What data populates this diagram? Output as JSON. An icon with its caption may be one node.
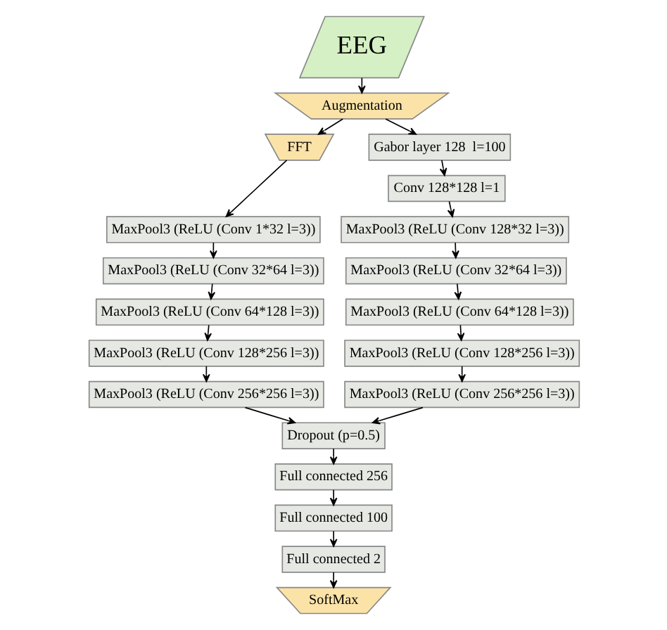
{
  "diagram": {
    "nodes": [
      {
        "text": [
          "EEG"
        ]
      },
      {
        "text": [
          "Augmentation"
        ]
      },
      {
        "text": [
          "FFT"
        ]
      },
      {
        "text": [
          "Gabor layer 128  l=100"
        ]
      },
      {
        "text": [
          "Conv 128*128 l=1"
        ]
      },
      {
        "text": [
          "MaxPool3 (ReLU (Conv 1*32 l=3))"
        ]
      },
      {
        "text": [
          "MaxPool3 (ReLU (Conv 32*64 l=3))"
        ]
      },
      {
        "text": [
          "MaxPool3 (ReLU (Conv 64*128 l=3))"
        ]
      },
      {
        "text": [
          "MaxPool3 (ReLU (Conv 128*256 l=3))"
        ]
      },
      {
        "text": [
          "MaxPool3 (ReLU (Conv 256*256 l=3))"
        ]
      },
      {
        "text": [
          "MaxPool3 (ReLU (Conv 128*32 l=3))"
        ]
      },
      {
        "text": [
          "MaxPool3 (ReLU (Conv 32*64 l=3))"
        ]
      },
      {
        "text": [
          "MaxPool3 (ReLU (Conv 64*128 l=3))"
        ]
      },
      {
        "text": [
          "MaxPool3 (ReLU (Conv 128*256 l=3))"
        ]
      },
      {
        "text": [
          "MaxPool3 (ReLU (Conv 256*256 l=3))"
        ]
      },
      {
        "text": [
          "Dropout (p=0.5)"
        ]
      },
      {
        "text": [
          "Full connected 256"
        ]
      },
      {
        "text": [
          "Full connected 100"
        ]
      },
      {
        "text": [
          "Full connected 2"
        ]
      },
      {
        "text": [
          "SoftMax"
        ]
      }
    ],
    "edges": [
      {
        "from": 0,
        "to": 1,
        "arrow": "to"
      },
      {
        "from": 1,
        "to": 2,
        "arrow": "to"
      },
      {
        "from": 1,
        "to": 3,
        "arrow": "to"
      },
      {
        "from": 2,
        "to": 5,
        "arrow": "to"
      },
      {
        "from": 5,
        "to": 6,
        "arrow": "to"
      },
      {
        "from": 6,
        "to": 7,
        "arrow": "to"
      },
      {
        "from": 7,
        "to": 8,
        "arrow": "to"
      },
      {
        "from": 8,
        "to": 9,
        "arrow": "to"
      },
      {
        "from": 3,
        "to": 4,
        "arrow": "to"
      },
      {
        "from": 4,
        "to": 10,
        "arrow": "to"
      },
      {
        "from": 10,
        "to": 11,
        "arrow": "to"
      },
      {
        "from": 11,
        "to": 12,
        "arrow": "to"
      },
      {
        "from": 12,
        "to": 13,
        "arrow": "to"
      },
      {
        "from": 13,
        "to": 14,
        "arrow": "to"
      },
      {
        "from": 9,
        "to": 15,
        "arrow": "to"
      },
      {
        "from": 14,
        "to": 15,
        "arrow": "to"
      },
      {
        "from": 15,
        "to": 16,
        "arrow": "to"
      },
      {
        "from": 16,
        "to": 17,
        "arrow": "to"
      },
      {
        "from": 17,
        "to": 18,
        "arrow": "to"
      },
      {
        "from": 18,
        "to": 19,
        "arrow": "to"
      }
    ]
  }
}
